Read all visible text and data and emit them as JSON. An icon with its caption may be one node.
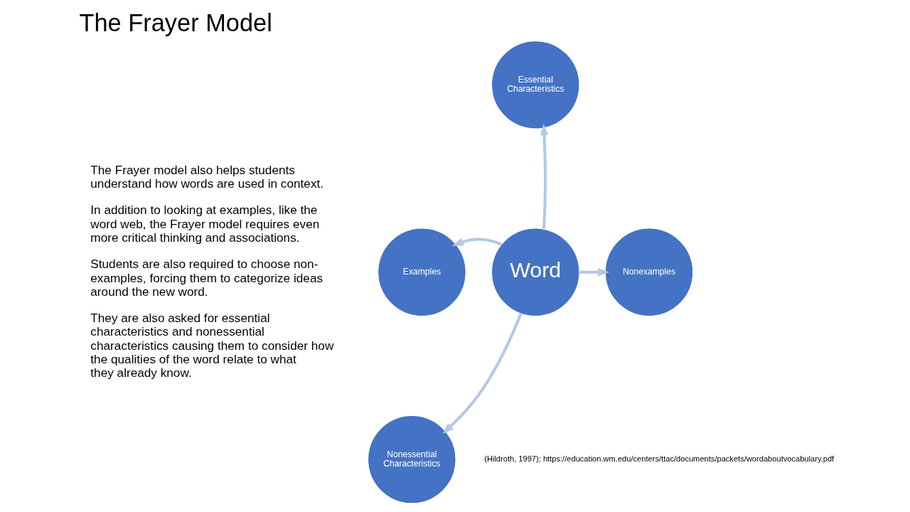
{
  "diagram": {
    "title": "The Frayer Model",
    "nodes": [
      {
        "text": [
          "Essential Characteristics"
        ]
      },
      {
        "text": [
          "Examples"
        ]
      },
      {
        "text": [
          "Word"
        ]
      },
      {
        "text": [
          "Nonexamples"
        ]
      },
      {
        "text": [
          "Nonessential Characteristics"
        ]
      }
    ],
    "edges": [
      {
        "from": 2,
        "to": 0,
        "arrow": "to"
      },
      {
        "from": 2,
        "to": 1,
        "arrow": "to"
      },
      {
        "from": 2,
        "to": 3,
        "arrow": "to"
      },
      {
        "from": 2,
        "to": 4,
        "arrow": "to"
      }
    ],
    "labels": [
      "The Frayer model also helps students understand how words are used in context.",
      "In addition to looking at examples, like the word web, the Frayer model requires even more critical thinking and associations.",
      "Students are also required to choose non-examples, forcing them to categorize ideas around the new word.",
      "They are also asked for essential characteristics and nonessential characteristics causing them to consider how the qualities of the word relate to what they already know.",
      "(Hildroth, 1997); https://education.wm.edu/centers/ttac/documents/packets/wordaboutvocabulary.pdf"
    ]
  }
}
